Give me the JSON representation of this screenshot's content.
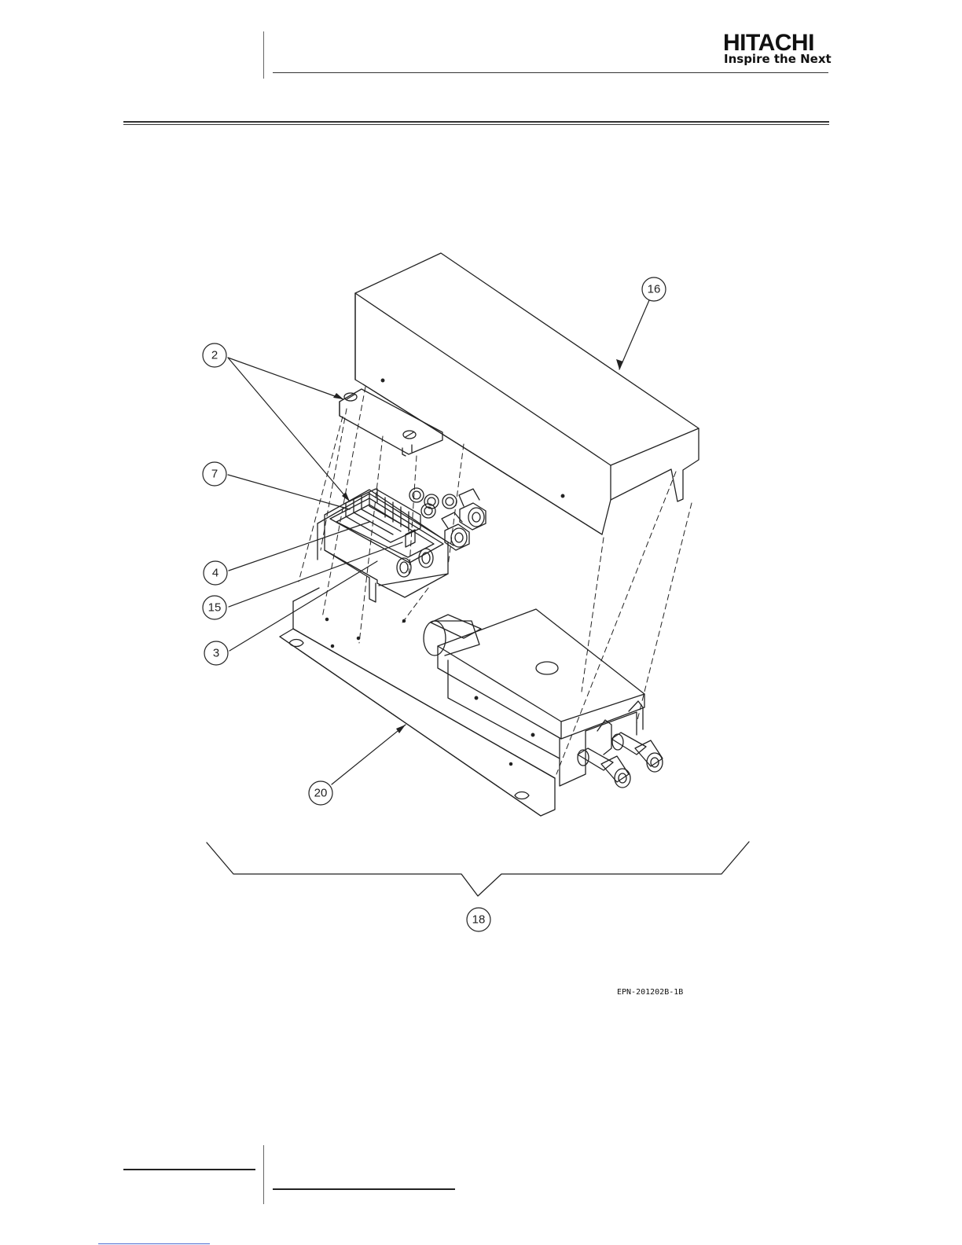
{
  "header": {
    "brand": "HITACHI",
    "tagline": "Inspire the Next"
  },
  "drawing": {
    "callouts": [
      "16",
      "2",
      "7",
      "4",
      "15",
      "3",
      "20",
      "18"
    ],
    "reference_code": "EPN-201202B-1B"
  }
}
